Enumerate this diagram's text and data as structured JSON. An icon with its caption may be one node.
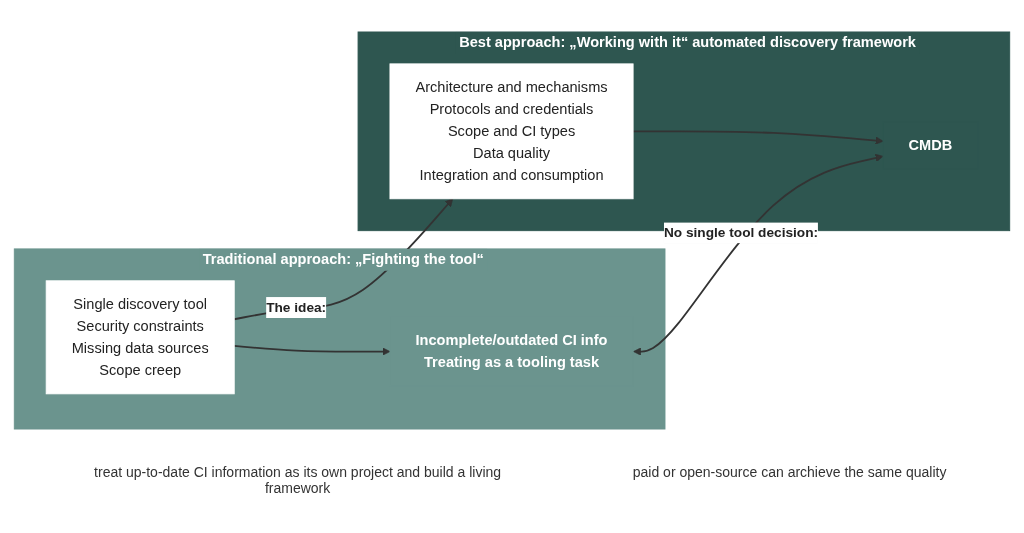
{
  "diagram": {
    "nodes": [
      {
        "text": [
          "Traditional approach: „Fighting the tool“"
        ]
      },
      {
        "text": [
          "Single discovery tool",
          "Security constraints",
          "Missing data sources",
          "Scope creep"
        ],
        "in": 0
      },
      {
        "text": [
          "Incomplete/outdated CI info",
          "Treating as a tooling task"
        ],
        "in": 0
      },
      {
        "text": [
          "Best approach: „Working with it“ automated discovery framework"
        ]
      },
      {
        "text": [
          "Architecture and mechanisms",
          "Protocols and credentials",
          "Scope and CI types",
          "Data quality",
          "Integration and consumption"
        ],
        "in": 3
      },
      {
        "text": [
          "CMDB"
        ],
        "in": 3
      }
    ],
    "edges": [
      {
        "from": 1,
        "to": 2,
        "arrow": "to"
      },
      {
        "from": 1,
        "to": 4,
        "arrow": "to",
        "label": "The idea:"
      },
      {
        "from": 4,
        "to": 5,
        "arrow": "to"
      },
      {
        "from": 2,
        "to": 5,
        "arrow": "both",
        "label": "No single tool decision:"
      }
    ],
    "labels": [
      "treat up-to-date CI information as its own project and build a living framework",
      "paid or open-source can archieve the same quality"
    ]
  }
}
